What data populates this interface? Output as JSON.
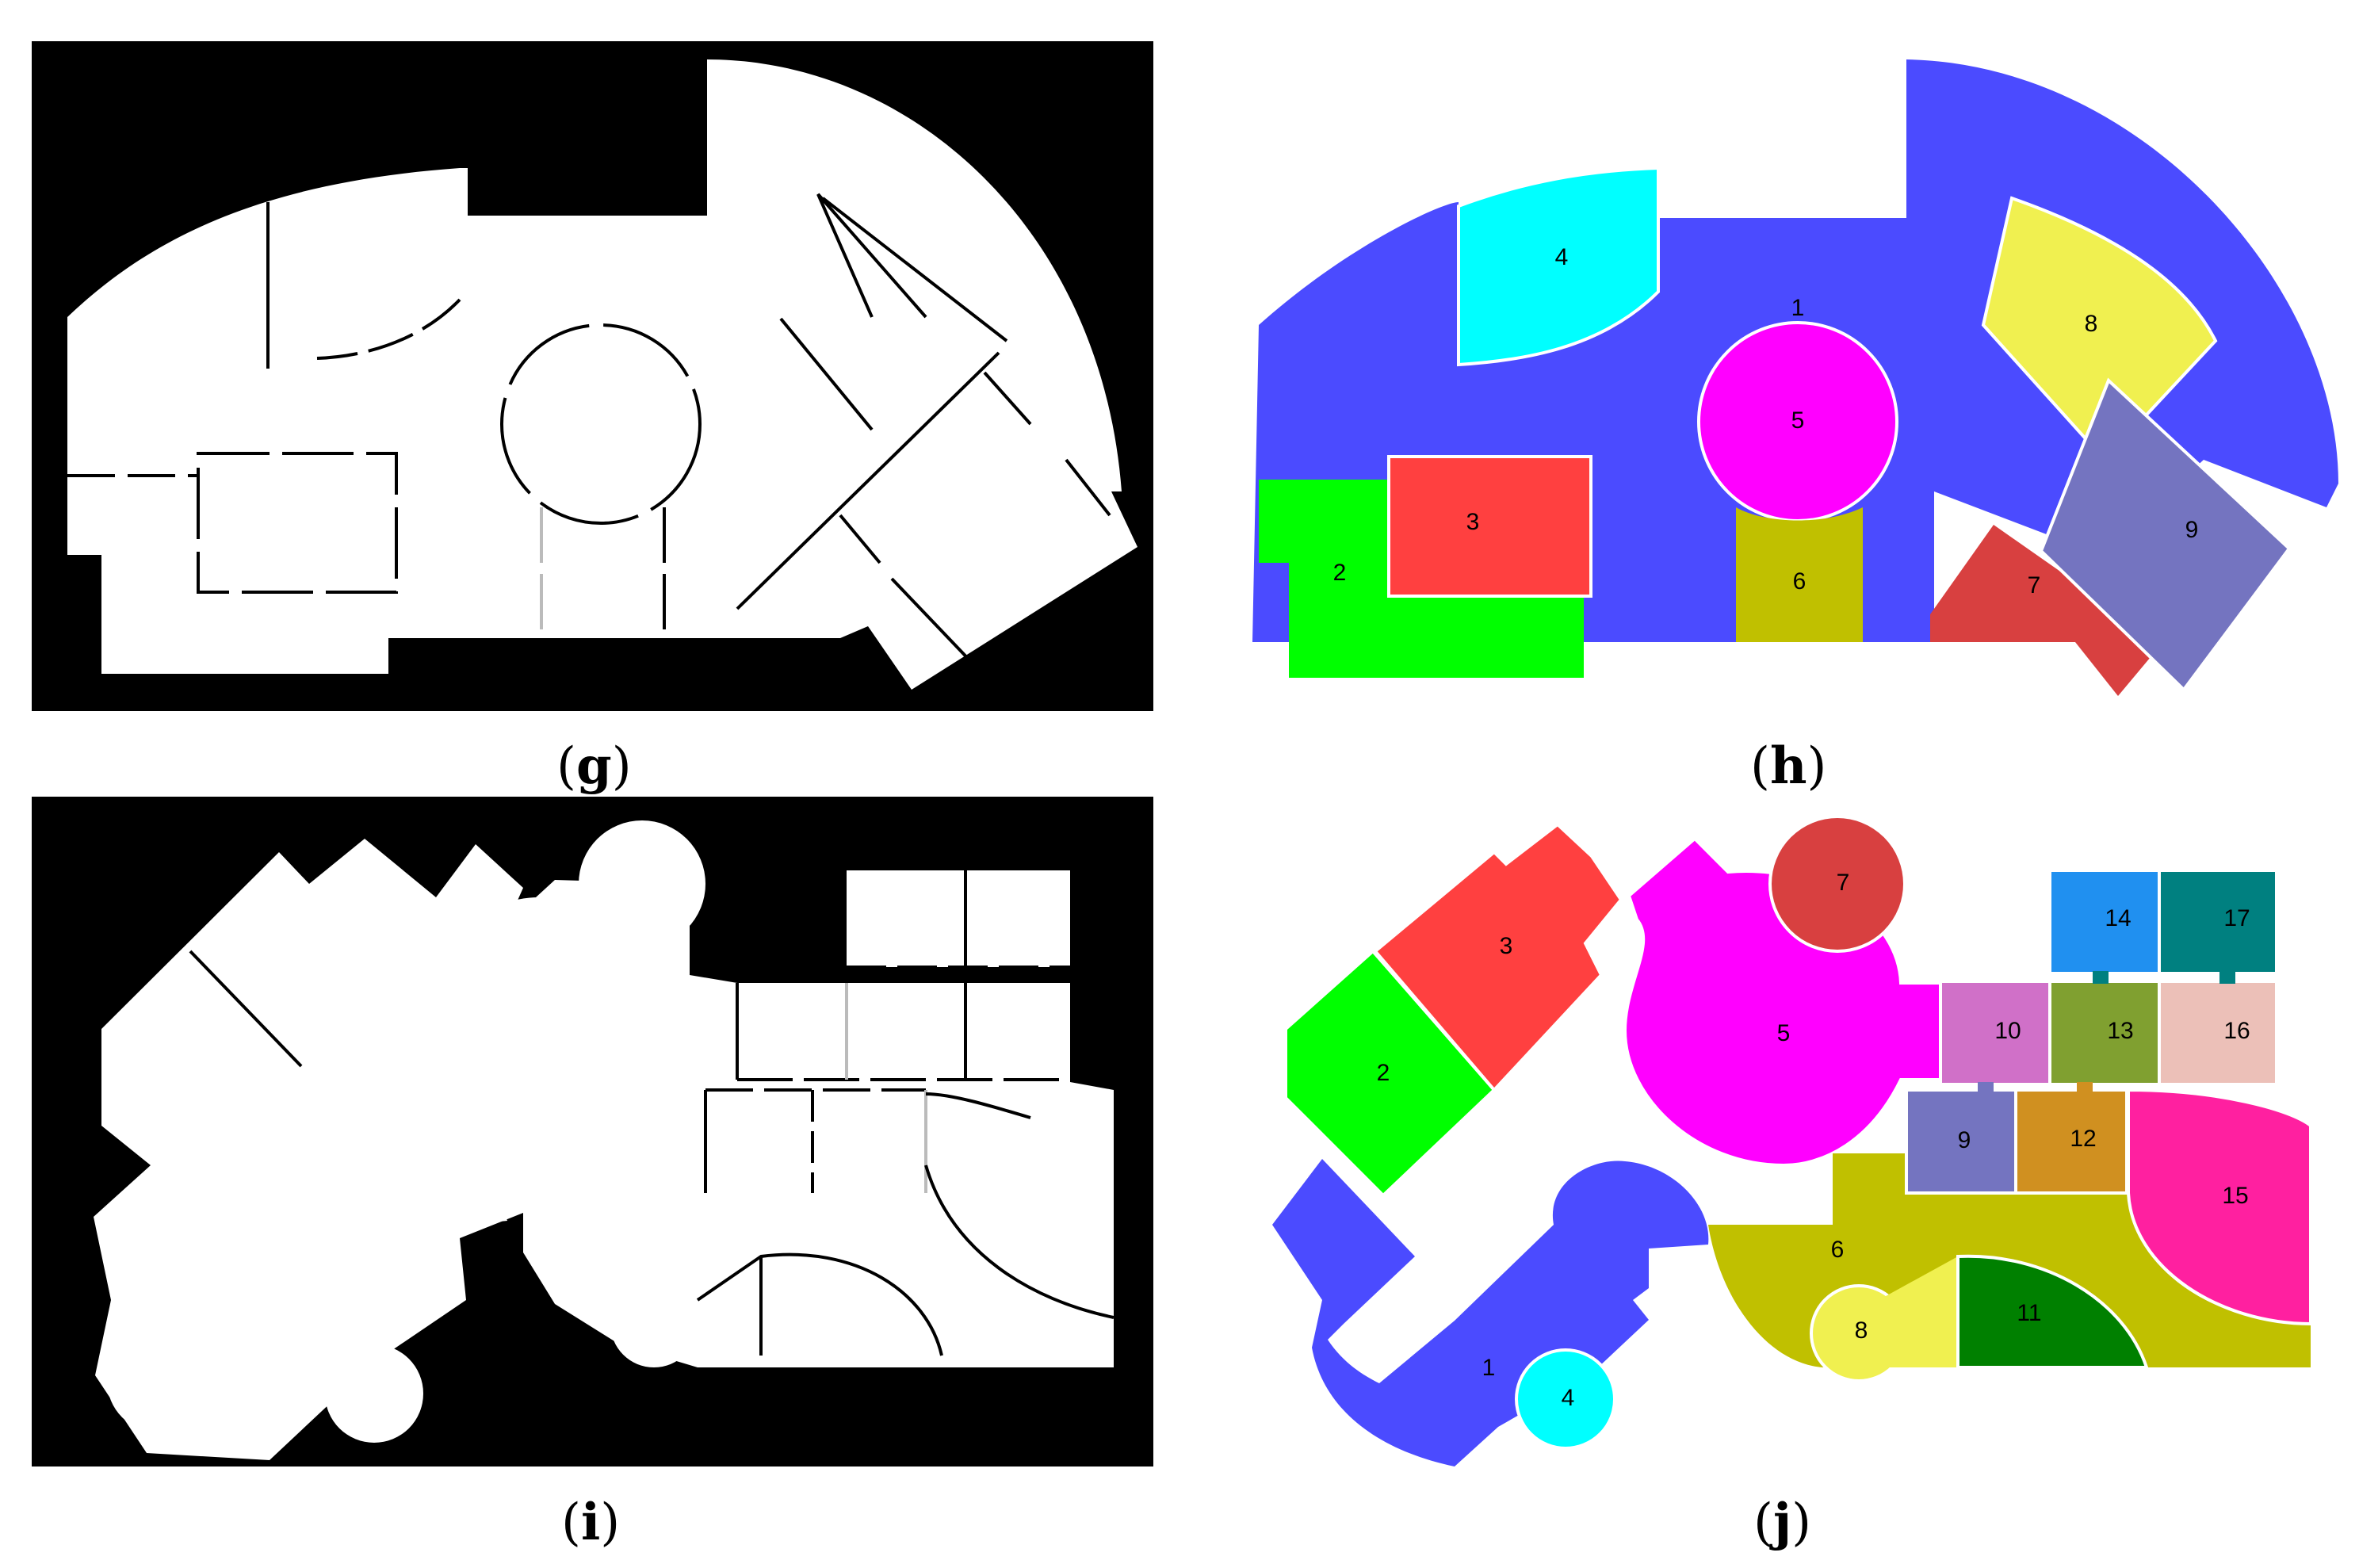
{
  "panels": [
    {
      "id": "g",
      "label": "g",
      "kind": "binary-map"
    },
    {
      "id": "h",
      "label": "h",
      "kind": "segmented-map",
      "rooms": [
        {
          "n": "1",
          "color": "#4b4bff"
        },
        {
          "n": "2",
          "color": "#00ff00"
        },
        {
          "n": "3",
          "color": "#ff4040"
        },
        {
          "n": "4",
          "color": "#00ffff"
        },
        {
          "n": "5",
          "color": "#ff00ff"
        },
        {
          "n": "6",
          "color": "#c0c000"
        },
        {
          "n": "7",
          "color": "#d84040"
        },
        {
          "n": "8",
          "color": "#f0f050"
        },
        {
          "n": "9",
          "color": "#7474c0"
        }
      ]
    },
    {
      "id": "i",
      "label": "i",
      "kind": "binary-map"
    },
    {
      "id": "j",
      "label": "j",
      "kind": "segmented-map",
      "rooms": [
        {
          "n": "1",
          "color": "#4b4bff"
        },
        {
          "n": "2",
          "color": "#00ff00"
        },
        {
          "n": "3",
          "color": "#ff4040"
        },
        {
          "n": "4",
          "color": "#00ffff"
        },
        {
          "n": "5",
          "color": "#ff00ff"
        },
        {
          "n": "6",
          "color": "#c0c000"
        },
        {
          "n": "7",
          "color": "#d84040"
        },
        {
          "n": "8",
          "color": "#f0f050"
        },
        {
          "n": "9",
          "color": "#7474c0"
        },
        {
          "n": "10",
          "color": "#d070c8"
        },
        {
          "n": "11",
          "color": "#008000"
        },
        {
          "n": "12",
          "color": "#d09020"
        },
        {
          "n": "13",
          "color": "#80a030"
        },
        {
          "n": "14",
          "color": "#2090f0"
        },
        {
          "n": "15",
          "color": "#ff20a0"
        },
        {
          "n": "16",
          "color": "#ecc0b8"
        },
        {
          "n": "17",
          "color": "#008080"
        }
      ]
    }
  ]
}
